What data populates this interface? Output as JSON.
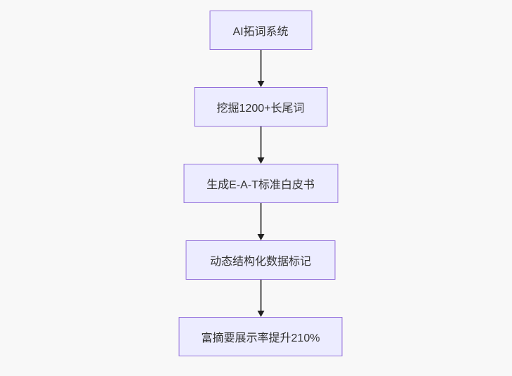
{
  "diagram": {
    "type": "flowchart",
    "direction": "top-down",
    "colors": {
      "background": "#f8f8f8",
      "node_fill": "#ECECFF",
      "node_border": "#9370DB",
      "node_text": "#333333",
      "edge_line": "#4d4d4d",
      "arrowhead": "#1f1f1f"
    },
    "nodes": [
      {
        "label": "AI拓词系统"
      },
      {
        "label": "挖掘1200+长尾词"
      },
      {
        "label": "生成E-A-T标准白皮书"
      },
      {
        "label": "动态结构化数据标记"
      },
      {
        "label": "富摘要展示率提升210%"
      }
    ],
    "edges": [
      {
        "from": "AI拓词系统",
        "to": "挖掘1200+长尾词"
      },
      {
        "from": "挖掘1200+长尾词",
        "to": "生成E-A-T标准白皮书"
      },
      {
        "from": "生成E-A-T标准白皮书",
        "to": "动态结构化数据标记"
      },
      {
        "from": "动态结构化数据标记",
        "to": "富摘要展示率提升210%"
      }
    ]
  }
}
